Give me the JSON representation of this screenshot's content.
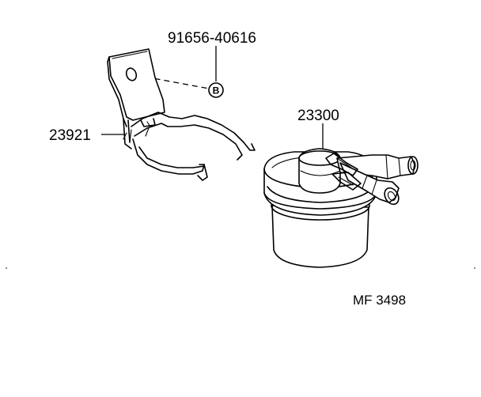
{
  "parts": {
    "bolt_part_number": "91656-40616",
    "bracket_part_number": "23921",
    "filter_part_number": "23300"
  },
  "callout": {
    "letter": "B"
  },
  "figure_code": "MF 3498"
}
